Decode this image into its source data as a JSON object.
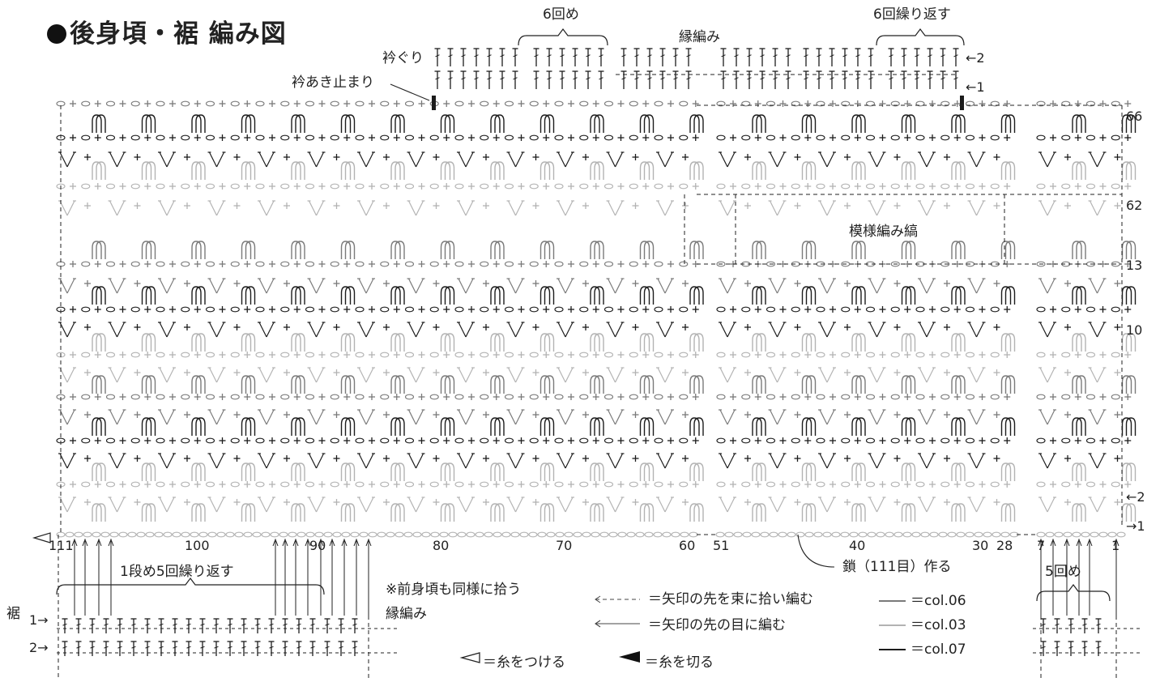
{
  "title": "後身頃・裾 編み図",
  "labels": {
    "six_times": "6回め",
    "edge": "縁編み",
    "six_repeat": "6回繰り返す",
    "neck": "衿ぐり",
    "neck_stop": "衿あき止まり",
    "pattern": "模様編み縞",
    "chain": "鎖（111目）作る",
    "row1_repeat": "1段め5回繰り返す",
    "five_times": "5回め",
    "note": "※前身頃も同様に拾う",
    "note2": "縁編み",
    "hem": "裾"
  },
  "arrows": {
    "a2": "←2",
    "a1": "←1",
    "b2": "←2",
    "b1": "→1",
    "h1": "1→",
    "h2": "2→"
  },
  "row_numbers": [
    "66",
    "62",
    "13",
    "10"
  ],
  "stitch_numbers": [
    "111",
    "100",
    "90",
    "80",
    "70",
    "60",
    "51",
    "40",
    "30",
    "28",
    "7",
    "1"
  ],
  "legend": {
    "dash_arrow": "＝矢印の先を束に拾い編む",
    "solid_arrow": "＝矢印の先の目に編む",
    "col06": "＝col.06",
    "col03": "＝col.03",
    "col07": "＝col.07",
    "attach": "＝糸をつける",
    "cut": "＝糸を切る"
  },
  "colors": {
    "col06": "#7a7a7a",
    "col03": "#b3b3b3",
    "col07": "#1c1c1c"
  }
}
